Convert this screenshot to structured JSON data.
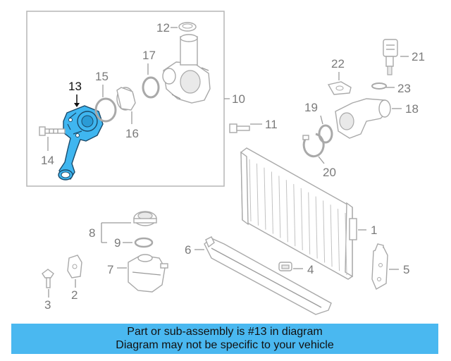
{
  "labels": {
    "p1": "1",
    "p2": "2",
    "p3": "3",
    "p4": "4",
    "p5": "5",
    "p6": "6",
    "p7": "7",
    "p8": "8",
    "p9": "9",
    "p10": "10",
    "p11": "11",
    "p12": "12",
    "p13": "13",
    "p14": "14",
    "p15": "15",
    "p16": "16",
    "p17": "17",
    "p18": "18",
    "p19": "19",
    "p20": "20",
    "p21": "21",
    "p22": "22",
    "p23": "23"
  },
  "highlight_part": "13",
  "colors": {
    "highlight": "#3fb6f0",
    "banner": "#4ab8f0",
    "part_stroke": "#a9a9a9"
  },
  "banner": {
    "line1": "Part or sub-assembly is #13 in diagram",
    "line2": "Diagram may not be specific to your vehicle"
  }
}
